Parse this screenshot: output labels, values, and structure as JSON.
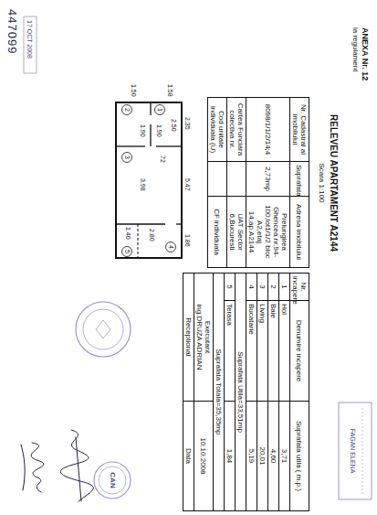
{
  "diagram": {
    "title": "RELEVEU APARTAMENT A2144",
    "labels": [
      "ANEXA Nr. 12",
      "la regulament",
      "Scara 1:100",
      "Nr. Cadastral al imobilului",
      "Suprafata",
      "Adresa imobilului",
      "8098/1/1/2/14;4",
      "2,73mp",
      "Prelungirea Ghencea nr.94-100,lot1/1/2 bloc A2,etaj 14,ap.A2144",
      "Cartea Funciara colectiva nr.",
      "UAT Sector 6,Bucuresti",
      "Cod unitate individuala (U)",
      "CF individuala",
      "Nr. incapere",
      "Denumire incapere",
      "Suprafata utila ( m.p.)",
      "1",
      "Hol",
      "3,71",
      "2",
      "Baie",
      "4,60",
      "3",
      "Living",
      "20,01",
      "4",
      "Bucatarie",
      "5,19",
      "Suprafata Utila=33,51mp",
      "5",
      "Terasa",
      "1,84",
      "Suprafata Totala=35,35mp",
      "Executant",
      "ing.DRUZA ADRIAN",
      "10.10.2008",
      "Receptionat",
      "Data",
      "2.35",
      "1.58",
      "2.50",
      "1.90",
      "1.90",
      "5.47",
      "3.98",
      "1.50",
      "2.80",
      "1.86",
      "1.40",
      "1",
      "2",
      "3",
      "4",
      "5",
      "447099",
      "17 OCT 2008",
      "FAGAN ELENA",
      "CAN",
      "72"
    ]
  }
}
